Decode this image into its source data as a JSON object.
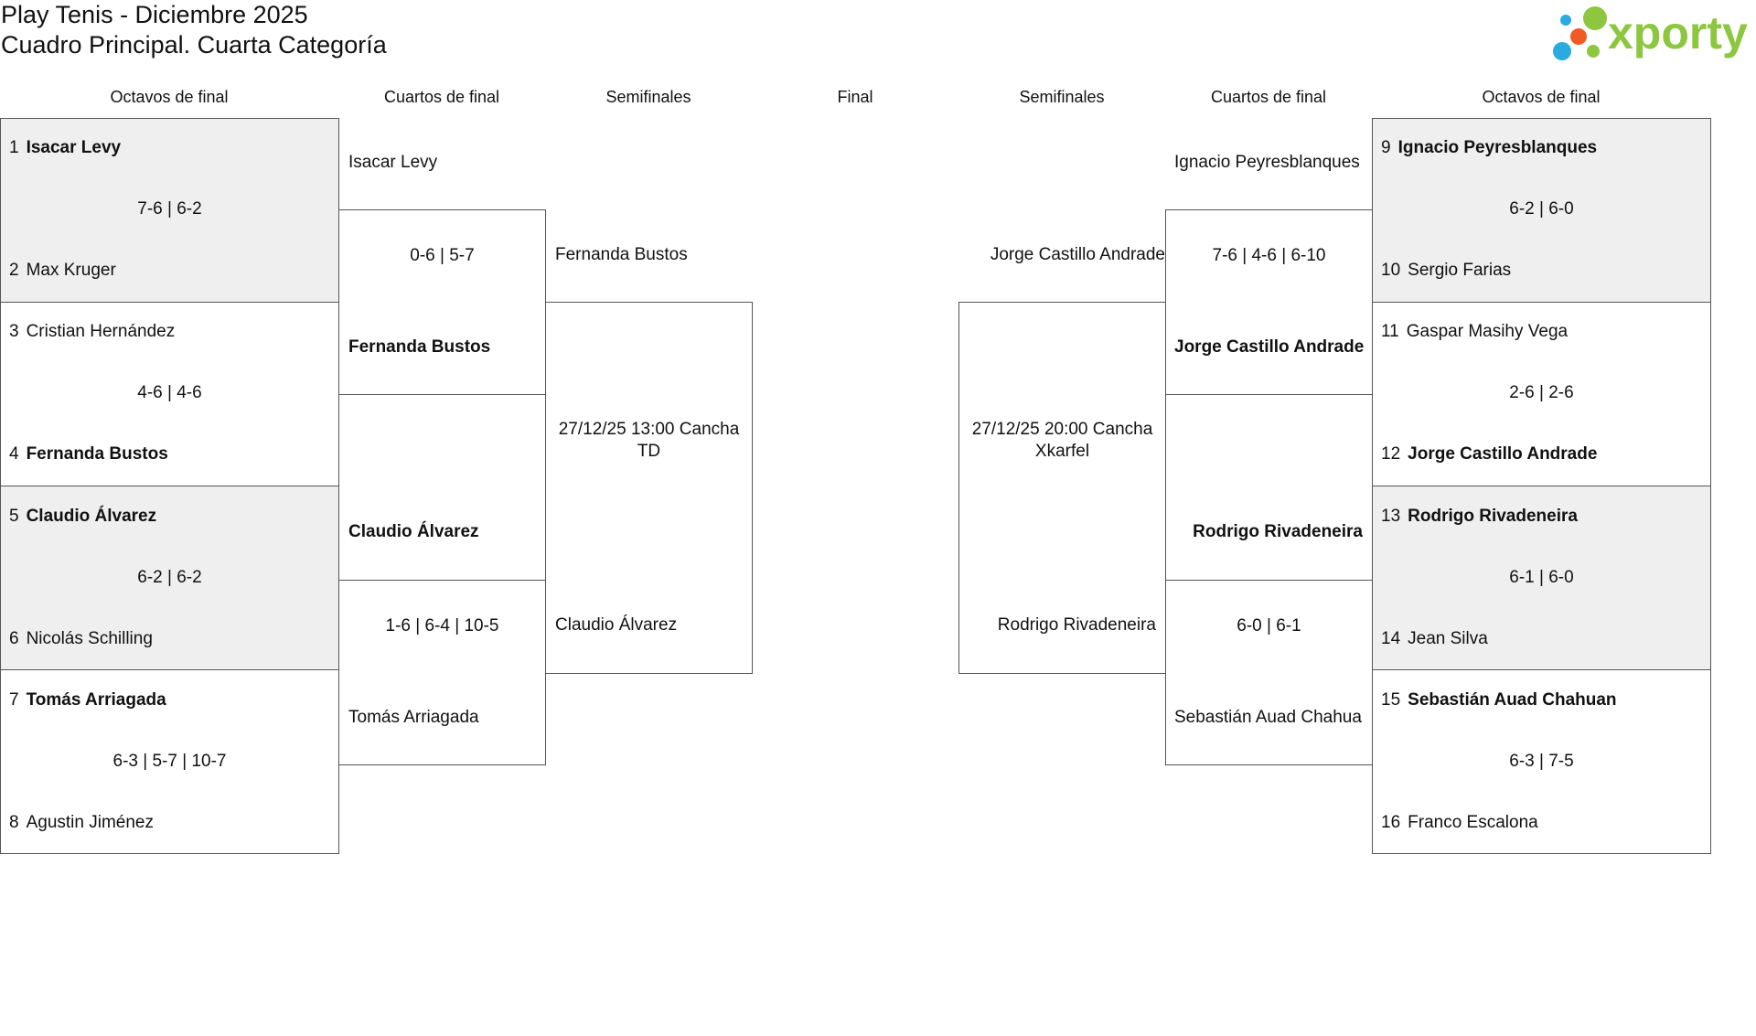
{
  "title_line1": "Play Tenis - Diciembre 2025",
  "title_line2": "Cuadro Principal. Cuarta Categoría",
  "brand": "xporty",
  "brand_colors": {
    "text": "#8dc63f",
    "green": "#8dc63f",
    "orange": "#f15a24",
    "blue": "#29abe2"
  },
  "headers": {
    "r16_left": "Octavos de final",
    "qf_left": "Cuartos de final",
    "sf_left": "Semifinales",
    "final": "Final",
    "sf_right": "Semifinales",
    "qf_right": "Cuartos de final",
    "r16_right": "Octavos de final"
  },
  "r16_left": [
    {
      "p1_num": "1",
      "p1": "Isacar Levy",
      "score": "7-6 | 6-2",
      "p2_num": "2",
      "p2": "Max Kruger"
    },
    {
      "p1_num": "3",
      "p1": "Cristian Hernández",
      "score": "4-6 | 4-6",
      "p2_num": "4",
      "p2": "Fernanda Bustos"
    },
    {
      "p1_num": "5",
      "p1": "Claudio Álvarez",
      "score": "6-2 | 6-2",
      "p2_num": "6",
      "p2": "Nicolás Schilling"
    },
    {
      "p1_num": "7",
      "p1": "Tomás Arriagada",
      "score": "6-3 | 5-7 | 10-7",
      "p2_num": "8",
      "p2": "Agustin Jiménez"
    }
  ],
  "r16_right": [
    {
      "p1_num": "9",
      "p1": "Ignacio Peyresblanques",
      "score": "6-2 | 6-0",
      "p2_num": "10",
      "p2": "Sergio Farias"
    },
    {
      "p1_num": "11",
      "p1": "Gaspar Masihy Vega",
      "score": "2-6 | 2-6",
      "p2_num": "12",
      "p2": "Jorge Castillo Andrade"
    },
    {
      "p1_num": "13",
      "p1": "Rodrigo Rivadeneira",
      "score": "6-1 | 6-0",
      "p2_num": "14",
      "p2": "Jean Silva"
    },
    {
      "p1_num": "15",
      "p1": "Sebastián Auad Chahuan",
      "score": "6-3 | 7-5",
      "p2_num": "16",
      "p2": "Franco Escalona"
    }
  ],
  "qf_left": [
    {
      "p1": "Isacar Levy",
      "score": "0-6 | 5-7",
      "p2": "Fernanda Bustos"
    },
    {
      "p1": "Claudio Álvarez",
      "score": "1-6 | 6-4 | 10-5",
      "p2": "Tomás Arriagada"
    }
  ],
  "qf_right": [
    {
      "p1": "Ignacio Peyresblanques",
      "score": "7-6 | 4-6 | 6-10",
      "p2": "Jorge Castillo Andrade"
    },
    {
      "p1": "Rodrigo Rivadeneira",
      "score": "6-0 | 6-1",
      "p2": "Sebastián Auad Chahua"
    }
  ],
  "sf_left": {
    "p1": "Fernanda Bustos",
    "schedule": "27/12/25 13:00 Cancha TD",
    "p2": "Claudio Álvarez"
  },
  "sf_right": {
    "p1": "Jorge Castillo Andrade",
    "schedule": "27/12/25 20:00 Cancha Xkarfel",
    "p2": "Rodrigo Rivadeneira"
  }
}
